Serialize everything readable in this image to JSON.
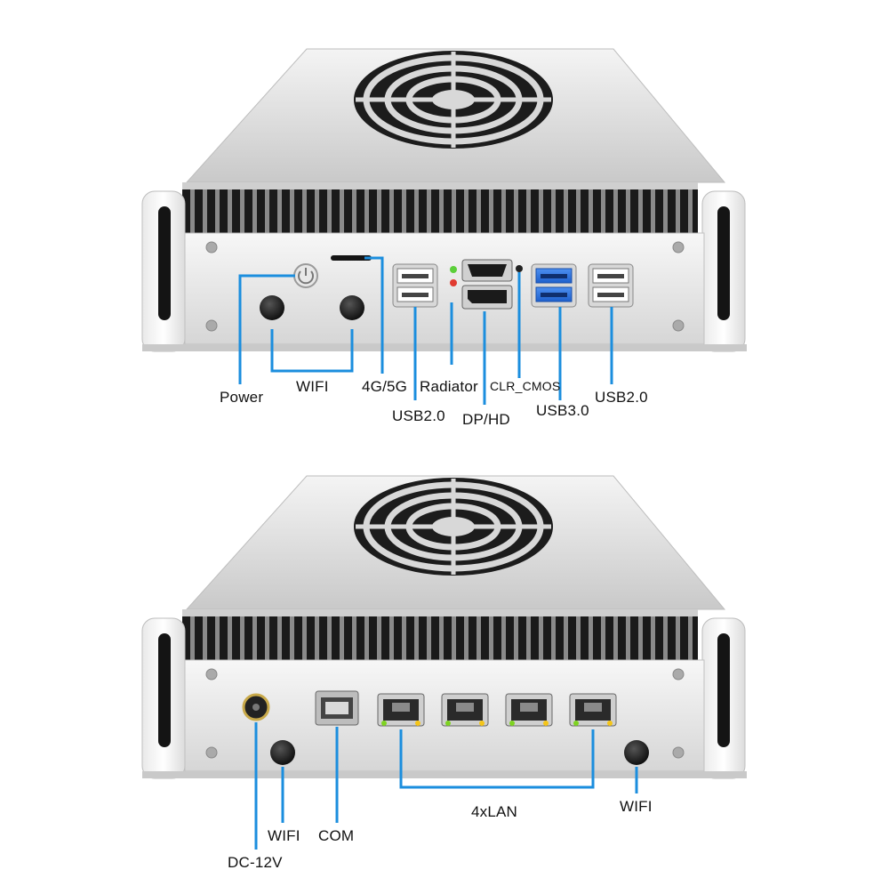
{
  "front_panel": {
    "labels": {
      "power": "Power",
      "wifi": "WIFI",
      "g45": "4G/5G",
      "radiator": "Radiator",
      "clr_cmos": "CLR_CMOS",
      "usb20_left": "USB2.0",
      "dp_hd": "DP/HD",
      "usb30": "USB3.0",
      "usb20_right": "USB2.0"
    }
  },
  "back_panel": {
    "labels": {
      "wifi_left": "WIFI",
      "com": "COM",
      "lan": "4xLAN",
      "wifi_right": "WIFI",
      "dc": "DC-12V"
    }
  },
  "colors": {
    "callout": "#1b8ede",
    "usb3_blue": "#2a6fd6",
    "led_green": "#5ccf3a",
    "led_red": "#e03b30"
  }
}
